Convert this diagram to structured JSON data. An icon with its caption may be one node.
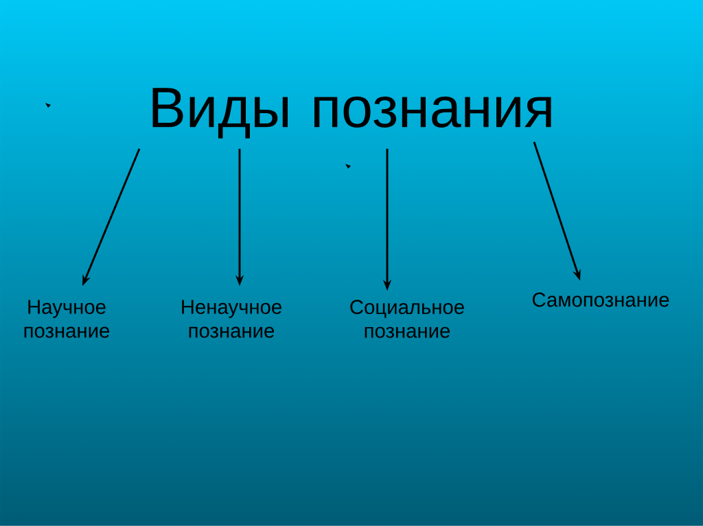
{
  "diagram": {
    "nodes": [
      {
        "text": [
          "Виды познания"
        ]
      },
      {
        "text": [
          "Научное познание"
        ]
      },
      {
        "text": [
          "Ненаучное познание"
        ]
      },
      {
        "text": [
          "Социальное познание"
        ]
      },
      {
        "text": [
          "Самопознание"
        ]
      }
    ],
    "edges": [
      {
        "from": 0,
        "to": 1,
        "arrow": "to"
      },
      {
        "from": 0,
        "to": 2,
        "arrow": "to"
      },
      {
        "from": 0,
        "to": 3,
        "arrow": "to"
      },
      {
        "from": 0,
        "to": 4,
        "arrow": "to"
      }
    ]
  }
}
